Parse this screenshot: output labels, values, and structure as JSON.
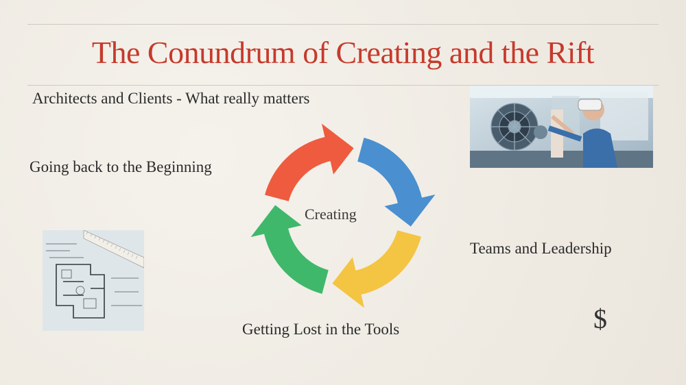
{
  "slide": {
    "title": "The Conundrum of Creating and the Rift",
    "bullets": {
      "architects": "Architects and Clients - What really matters",
      "beginning": "Going back to the Beginning",
      "teams": "Teams and Leadership",
      "tools": "Getting Lost in the Tools",
      "dollar": "$"
    },
    "cycle": {
      "center_label": "Creating",
      "colors": [
        "#ef5b3f",
        "#4a8fd0",
        "#f4c443",
        "#3fb86b"
      ]
    },
    "images": {
      "vr": "photo of person wearing VR headset interacting with 3D engine model",
      "blueprint": "architectural floor plan blueprint with ruler"
    }
  }
}
